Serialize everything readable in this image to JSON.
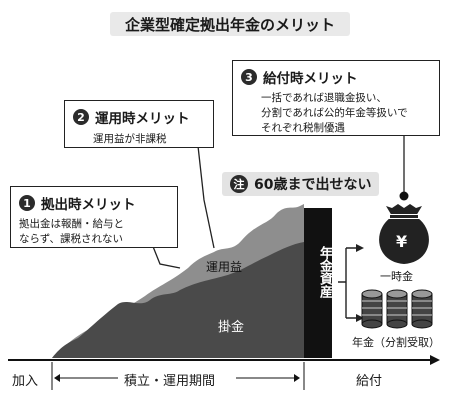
{
  "title": "企業型確定拠出年金のメリット",
  "callouts": [
    {
      "number": "1",
      "title": "拠出時メリット",
      "lines": [
        "拠出金は報酬・給与と",
        "ならず、課税されない"
      ]
    },
    {
      "number": "2",
      "title": "運用時メリット",
      "lines": [
        "運用益が非課税"
      ]
    },
    {
      "number": "3",
      "title": "給付時メリット",
      "lines": [
        "一括であれば退職金扱い、",
        "分割であれば公的年金等扱いで",
        "それぞれ税制優遇"
      ]
    }
  ],
  "note": {
    "badge": "注",
    "text": "60歳まで出せない"
  },
  "chart": {
    "gain_label": "運用益",
    "contribution_label": "掛金",
    "assets_label": "年金資産",
    "lump_sum_label": "一時金",
    "annuity_label": "年金（分割受取）",
    "yen_symbol": "¥"
  },
  "timeline": {
    "start": "加入",
    "period": "積立・運用期間",
    "payout": "給付"
  },
  "colors": {
    "gain": "#8e8e8e",
    "contribution": "#4a4a4a",
    "assets": "#111111",
    "accent": "#1a1a1a"
  }
}
